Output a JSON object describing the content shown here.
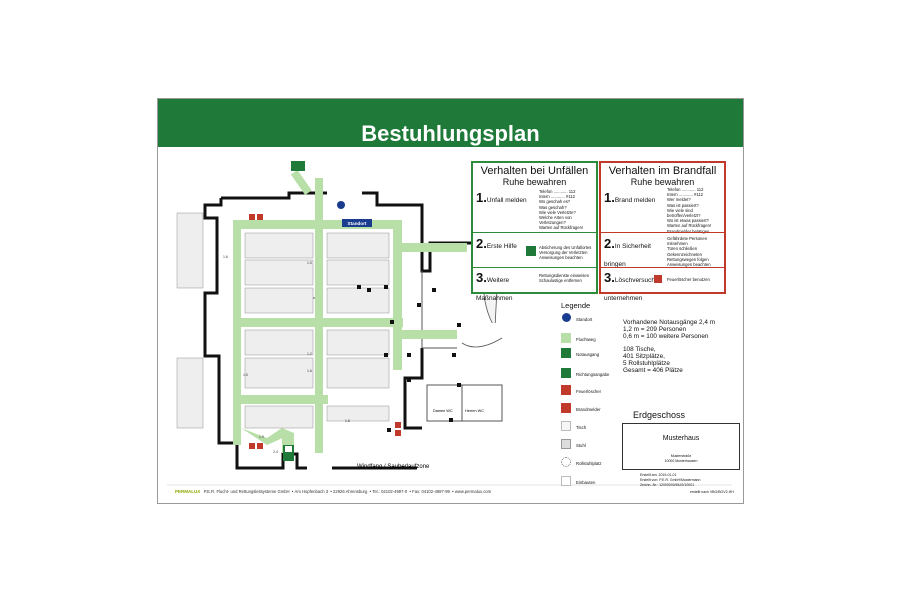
{
  "title": "Bestuhlungsplan",
  "accident": {
    "header1": "Verhalten bei Unfällen",
    "header2": "Ruhe bewahren",
    "steps": [
      {
        "num": "1.",
        "label": "Unfall melden",
        "lines": [
          "Telefon ............ 112",
          "Intern ............ #112",
          "Wo geschah es?",
          "Was geschah?",
          "Wie viele Verletzte?",
          "Welche Arten von Verletzungen?",
          "Warten auf Rückfragen!"
        ]
      },
      {
        "num": "2.",
        "label": "Erste Hilfe",
        "lines": [
          "Absicherung des Unfallortes",
          "Versorgung der Verletzten",
          "Anweisungen beachten"
        ]
      },
      {
        "num": "3.",
        "label": "Weitere Maßnahmen",
        "lines": [
          "Rettungsdienste einweisen",
          "Schaulustige entfernen"
        ]
      }
    ]
  },
  "fire": {
    "header1": "Verhalten im Brandfall",
    "header2": "Ruhe bewahren",
    "steps": [
      {
        "num": "1.",
        "label": "Brand melden",
        "lines": [
          "Telefon ............ 112",
          "Intern ............ #112",
          "Wer meldet?",
          "Was ist passiert?",
          "Wie viele sind betroffen/verletzt?",
          "Wo ist etwas passiert?",
          "Warten auf Rückfragen!",
          "Brandmelder betätigen"
        ]
      },
      {
        "num": "2.",
        "label": "In Sicherheit bringen",
        "lines": [
          "Gefährdete Personen mitnehmen",
          "Türen schließen",
          "Gekennzeichneten",
          "Rettungswegen folgen",
          "Anweisungen beachten"
        ]
      },
      {
        "num": "3.",
        "label": "Löschversuch unternehmen",
        "lines": [
          "Feuerlöscher benutzen"
        ]
      }
    ]
  },
  "legend": {
    "title": "Legende",
    "items": [
      {
        "icon": "standort-icon",
        "label": "Standort"
      },
      {
        "icon": "fluchtweg-icon",
        "label": "Fluchtweg"
      },
      {
        "icon": "notausgang-icon",
        "label": "Notausgang"
      },
      {
        "icon": "richtungsangabe-icon",
        "label": "Richtungsangabe"
      },
      {
        "icon": "feuerloescher-icon",
        "label": "Feuerlöscher"
      },
      {
        "icon": "brandmelder-icon",
        "label": "Brandmelder"
      },
      {
        "icon": "tisch-icon",
        "label": "Tisch"
      },
      {
        "icon": "stuhl-icon",
        "label": "Stuhl"
      },
      {
        "icon": "rollstuhlplatz-icon",
        "label": "Rollstuhlplatz"
      },
      {
        "icon": "einbauten-icon",
        "label": "Einbauten"
      }
    ]
  },
  "info": {
    "lines1": [
      "Vorhandene Notausgänge 2,4 m",
      "1,2 m = 209 Personen",
      "0,6 m = 100 weitere Personen"
    ],
    "lines2": [
      "108 Tische,",
      "401 Sitzplätze,",
      "5 Rollstuhlplätze",
      "Gesamt = 406 Plätze"
    ]
  },
  "floor": "Erdgeschoss",
  "building": {
    "name": "Musterhaus",
    "street": "Musterstraße",
    "city": "10000 Musterhausen"
  },
  "meta": {
    "rows": [
      {
        "label": "Erstellt am:",
        "value": "2019-01-01"
      },
      {
        "label": "Erstellt von:",
        "value": "P.E.R. GmbH/Mustermann"
      },
      {
        "label": "Zeichn.-Nr.:",
        "value": "12000000/MUS/10001"
      }
    ],
    "norm": "erstellt nach VBG/BGV2-HH"
  },
  "plan": {
    "standort_label": "Standort",
    "entrance_label": "Windfang / Sauberlaufzone",
    "wc_women": "Damen WC",
    "wc_men": "Herren WC",
    "widths": [
      "1.6",
      "1.5",
      "1.6",
      "1.2",
      "1.5",
      "1.9",
      "1.8",
      "1.2",
      "1.3",
      "1.9",
      "1.5",
      "2.4",
      "1.5"
    ]
  },
  "footer": {
    "logo": "PERMALUX",
    "company": "P.E.R. Flucht- und Rettungsleitsysteme GmbH",
    "address": "Am Hopfenbach 3",
    "city": "22926 Ahrensburg",
    "phone": "Tel.: 04102-4997-0",
    "fax": "Fax: 04102-4997-99",
    "web": "www.permalux.com"
  },
  "colors": {
    "banner": "#1f7a3a",
    "escape_route": "#b9dfa9",
    "accident_border": "#2e8b3a",
    "fire_border": "#c0392b",
    "standort": "#1a3c8f"
  }
}
